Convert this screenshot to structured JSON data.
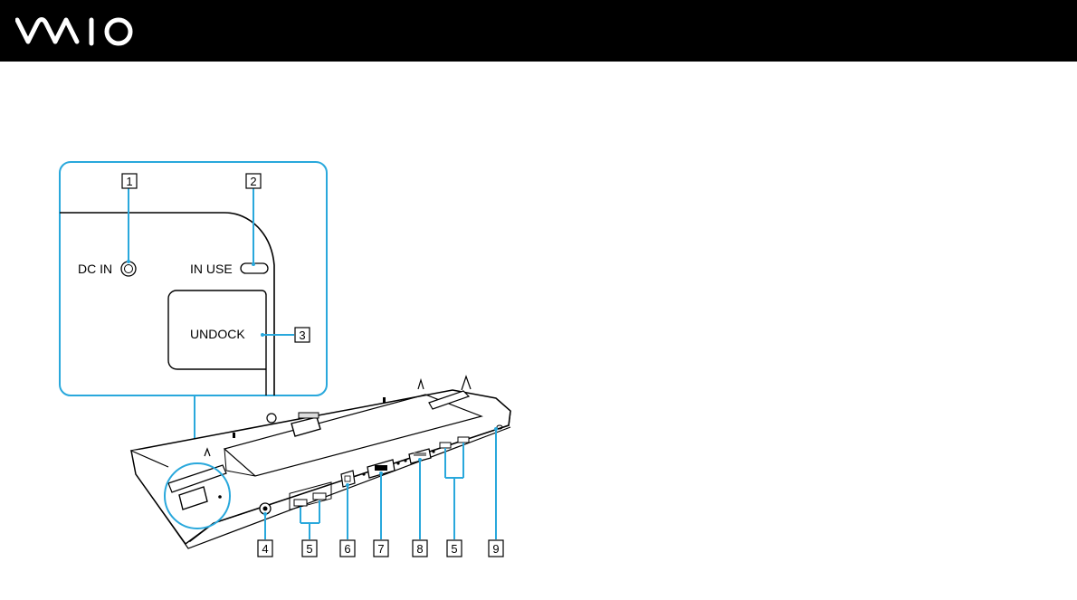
{
  "header": {
    "logo_text": "VAIO",
    "background": "#000000",
    "logo_color": "#ffffff"
  },
  "figure": {
    "accent_color": "#29a8dc",
    "inset_labels": {
      "dc_in": "DC IN",
      "in_use": "IN USE",
      "undock": "UNDOCK"
    },
    "callouts": {
      "c1": "1",
      "c2": "2",
      "c3": "3",
      "c4": "4",
      "c5a": "5",
      "c6": "6",
      "c7": "7",
      "c8": "8",
      "c5b": "5",
      "c9": "9"
    }
  }
}
